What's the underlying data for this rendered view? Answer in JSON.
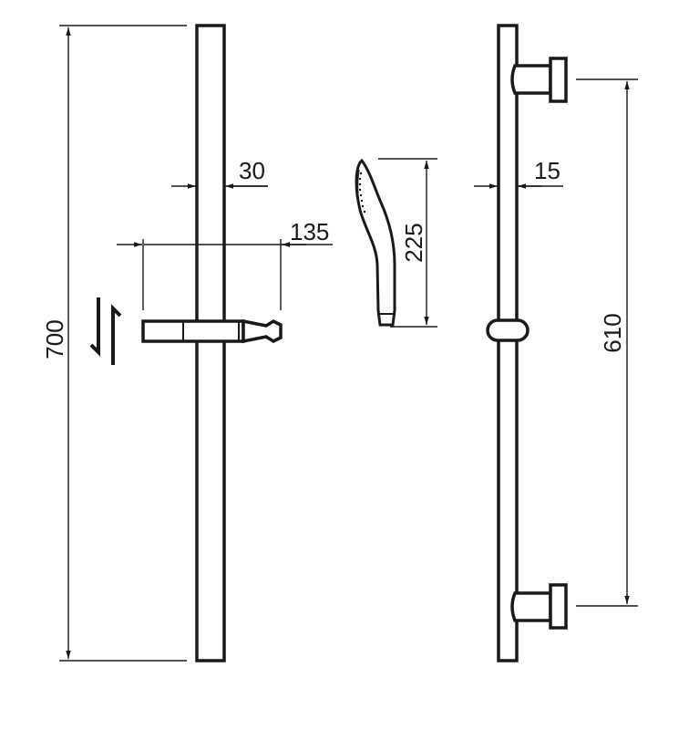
{
  "dimensions": {
    "total_height": "700",
    "rail_diameter": "30",
    "holder_width": "135",
    "handshower_length": "225",
    "side_rail_diameter": "15",
    "bracket_spacing": "610"
  }
}
